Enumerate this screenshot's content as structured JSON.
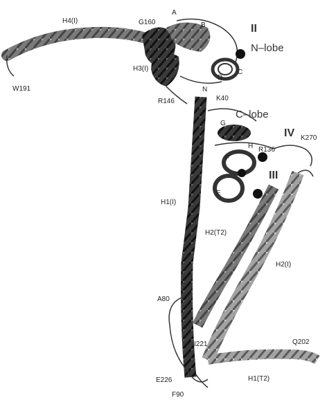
{
  "labels": {
    "h4_top": "H4(I)",
    "g160": "G160",
    "a": "A",
    "b": "B",
    "roman_ii": "II",
    "n_lobe": "N–lobe",
    "w191": "W191",
    "h3": "H3(I)",
    "c": "C",
    "d": "D",
    "n": "N",
    "r146": "R146",
    "k40": "K40",
    "c_lobe": "C–lobe",
    "g": "G",
    "roman_iv": "IV",
    "k270": "K270",
    "r136": "R136",
    "h": "H",
    "f": "F",
    "roman_iii": "III",
    "e": "E",
    "h1_i": "H1(I)",
    "h2_t2": "H2(T2)",
    "h2_i": "H2(I)",
    "a80": "A80",
    "i221": "I221",
    "q202": "Q202",
    "e226": "E226",
    "h1_t2": "H1(T2)",
    "f90": "F90"
  },
  "colors": {
    "dark_helix": "#2a2a2a",
    "mid_helix": "#6e6e6e",
    "light_helix": "#9a9a9a",
    "loop": "#333333",
    "ion": "#111111"
  },
  "icons": [
    "calcium-ion-icon"
  ]
}
